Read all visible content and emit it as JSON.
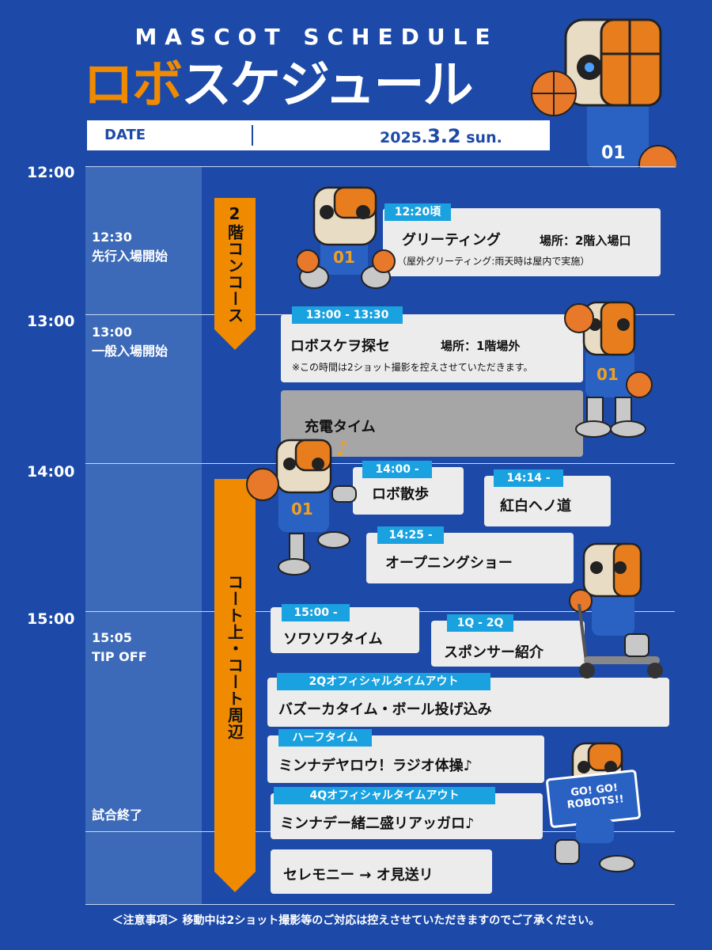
{
  "header": {
    "subtitle": "MASCOT SCHEDULE",
    "title_orange": "ロボ",
    "title_white": "スケジュール",
    "date_label": "DATE",
    "date_year": "2025.",
    "date_day": "3.2",
    "date_weekday": " sun."
  },
  "times": [
    "12:00",
    "13:00",
    "14:00",
    "15:00"
  ],
  "left_events": [
    {
      "time": "12:30",
      "label": "先行入場開始"
    },
    {
      "time": "13:00",
      "label": "一般入場開始"
    },
    {
      "time": "15:05",
      "label": "TIP OFF"
    },
    {
      "time": "",
      "label": "試合終了"
    }
  ],
  "areas": [
    "2階コンコース",
    "コート上・コート周辺"
  ],
  "items": [
    {
      "tag": "12:20頃",
      "title": "グリーティング",
      "location": "場所：2階入場口",
      "note": "（屋外グリーティング:雨天時は屋内で実施）"
    },
    {
      "tag": "13:00 - 13:30",
      "title": "ロボスケヲ探セ",
      "location": "場所：1階場外",
      "note": "※この時間は2ショット撮影を控えさせていただきます。"
    },
    {
      "tag": "",
      "title": "充電タイム"
    },
    {
      "tag": "14:00 -",
      "title": "ロボ散歩"
    },
    {
      "tag": "14:14 -",
      "title": "紅白ヘノ道"
    },
    {
      "tag": "14:25 -",
      "title": "オープニングショー"
    },
    {
      "tag": "15:00 -",
      "title": "ソワソワタイム"
    },
    {
      "tag": "1Q - 2Q",
      "title": "スポンサー紹介"
    },
    {
      "tag": "2Qオフィシャルタイムアウト",
      "title": "バズーカタイム・ボール投げ込み"
    },
    {
      "tag": "ハーフタイム",
      "title": "ミンナデヤロウ！ラジオ体操♪"
    },
    {
      "tag": "4Qオフィシャルタイムアウト",
      "title": "ミンナデー緒二盛リアッガロ♪"
    },
    {
      "tag": "",
      "title": "セレモニー → オ見送リ"
    }
  ],
  "sign_text": "GO! GO! ROBOTS!!",
  "footer": "＜注意事項＞ 移動中は2ショット撮影等のご対応は控えさせていただきますのでご了承ください。",
  "colors": {
    "background": "#1d4aa8",
    "accent": "#f08a00",
    "tag": "#1aa1e0"
  }
}
